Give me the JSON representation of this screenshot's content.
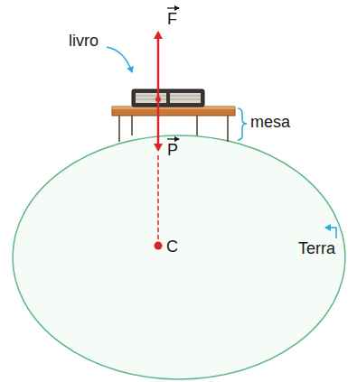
{
  "diagram": {
    "labels": [
      "livro",
      "F",
      "mesa",
      "P",
      "C",
      "Terra"
    ]
  }
}
